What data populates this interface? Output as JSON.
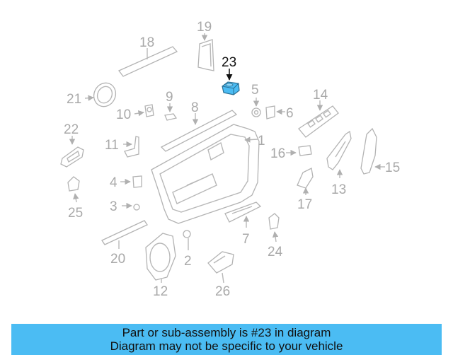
{
  "diagram": {
    "highlighted_part": "23",
    "labels": [
      "1",
      "2",
      "3",
      "4",
      "5",
      "6",
      "7",
      "8",
      "9",
      "10",
      "11",
      "12",
      "13",
      "14",
      "15",
      "16",
      "17",
      "18",
      "19",
      "20",
      "21",
      "22",
      "23",
      "24",
      "25",
      "26"
    ],
    "highlight_color": "#4bbcf3"
  },
  "banner": {
    "line1": "Part or sub-assembly is #23 in diagram",
    "line2": "Diagram may not be specific to your vehicle",
    "color": "#4bbcf3"
  }
}
